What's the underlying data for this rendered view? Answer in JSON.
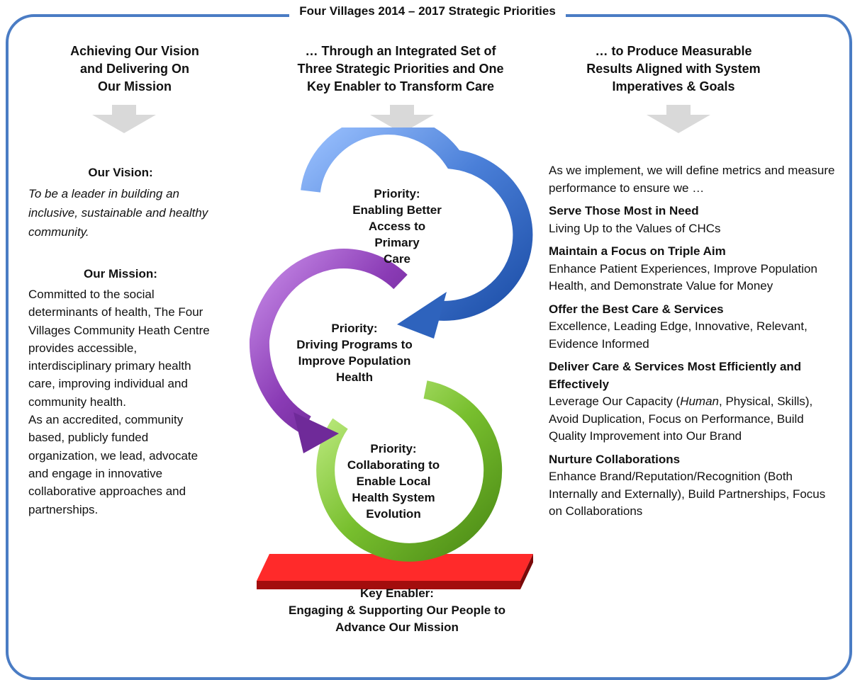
{
  "title": "Four Villages 2014 – 2017 Strategic Priorities",
  "columns": {
    "left_heading": [
      "Achieving Our Vision",
      "and Delivering On",
      "Our Mission"
    ],
    "middle_heading": [
      "… Through an Integrated Set of",
      "Three Strategic Priorities and One",
      "Key Enabler to Transform Care"
    ],
    "right_heading": [
      "… to Produce Measurable",
      "Results Aligned with System",
      "Imperatives & Goals"
    ]
  },
  "vision": {
    "title": "Our Vision:",
    "text": "To be a leader in building an inclusive, sustainable and healthy community."
  },
  "mission": {
    "title": "Our Mission:",
    "para1": "Committed to the social determinants of health, The Four Villages Community Heath Centre provides accessible, interdisciplinary primary health care, improving individual and community health.",
    "para2": "As an accredited, community based, publicly funded organization, we lead, advocate and engage in innovative collaborative approaches and partnerships."
  },
  "priorities": [
    {
      "label_lines": [
        "Priority:",
        "Enabling Better",
        "Access to Primary",
        "Care"
      ],
      "color": "#4a7fd8"
    },
    {
      "label_lines": [
        "Priority:",
        "Driving Programs to",
        "Improve Population",
        "Health"
      ],
      "color": "#8a3bb5"
    },
    {
      "label_lines": [
        "Priority:",
        "Collaborating to",
        "Enable Local",
        "Health System",
        "Evolution"
      ],
      "color": "#78bf2e"
    }
  ],
  "enabler": {
    "lines": [
      "Key Enabler:",
      "Engaging & Supporting Our People to",
      "Advance Our Mission"
    ],
    "color": "#ee1c1c"
  },
  "results": {
    "intro": "As we implement, we will define metrics and measure performance to ensure we …",
    "goals": [
      {
        "title": "Serve Those Most in Need",
        "text": "Living Up to the Values of CHCs"
      },
      {
        "title": "Maintain a Focus on Triple Aim",
        "text": "Enhance Patient Experiences, Improve Population Health, and Demonstrate Value for Money"
      },
      {
        "title": "Offer the Best Care & Services",
        "text": "Excellence, Leading Edge, Innovative, Relevant, Evidence Informed"
      },
      {
        "title": "Deliver Care & Services Most Efficiently and Effectively",
        "text_before": "Leverage Our Capacity (",
        "text_italic": "Human",
        "text_after": ", Physical, Skills), Avoid Duplication, Focus on Performance, Build Quality Improvement into Our Brand"
      },
      {
        "title": "Nurture Collaborations",
        "text": "Enhance Brand/Reputation/Recognition (Both Internally and Externally), Build Partnerships, Focus on Collaborations"
      }
    ]
  },
  "colors": {
    "frame": "#4a7cc4",
    "arrow_gray": "#d9d9d9"
  }
}
